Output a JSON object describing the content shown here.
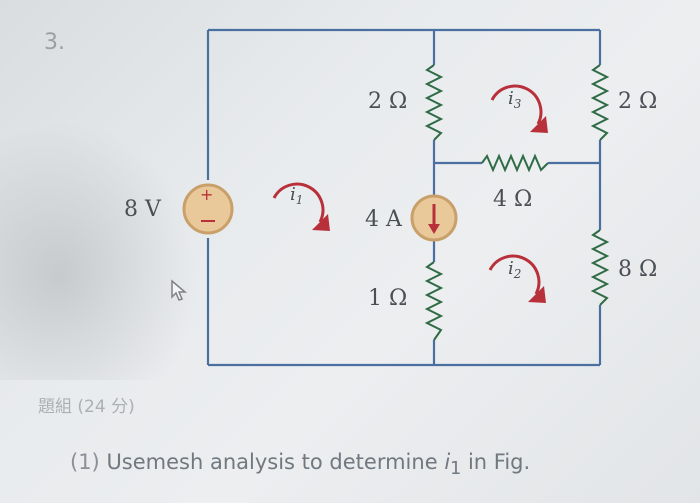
{
  "question_number": "3.",
  "group_label": "題組 (24 分)",
  "question": {
    "number": "(1)",
    "text": "Usemesh analysis to determine",
    "var_main": "i",
    "var_sub": "1",
    "suffix": " in Fig."
  },
  "circuit": {
    "voltage_source": "8 V",
    "current_source": "4 A",
    "resistors": {
      "top_middle": "2 Ω",
      "top_right": "2 Ω",
      "middle": "4 Ω",
      "bottom_middle": "1 Ω",
      "bottom_right": "8 Ω"
    },
    "mesh_currents": [
      {
        "main": "i",
        "sub": "1"
      },
      {
        "main": "i",
        "sub": "2"
      },
      {
        "main": "i",
        "sub": "3"
      }
    ],
    "colors": {
      "wire": "#4a6fa0",
      "resistor": "#2f6b45",
      "mesh_arrow": "#b8303a",
      "source_fill": "#e9c99a"
    }
  }
}
